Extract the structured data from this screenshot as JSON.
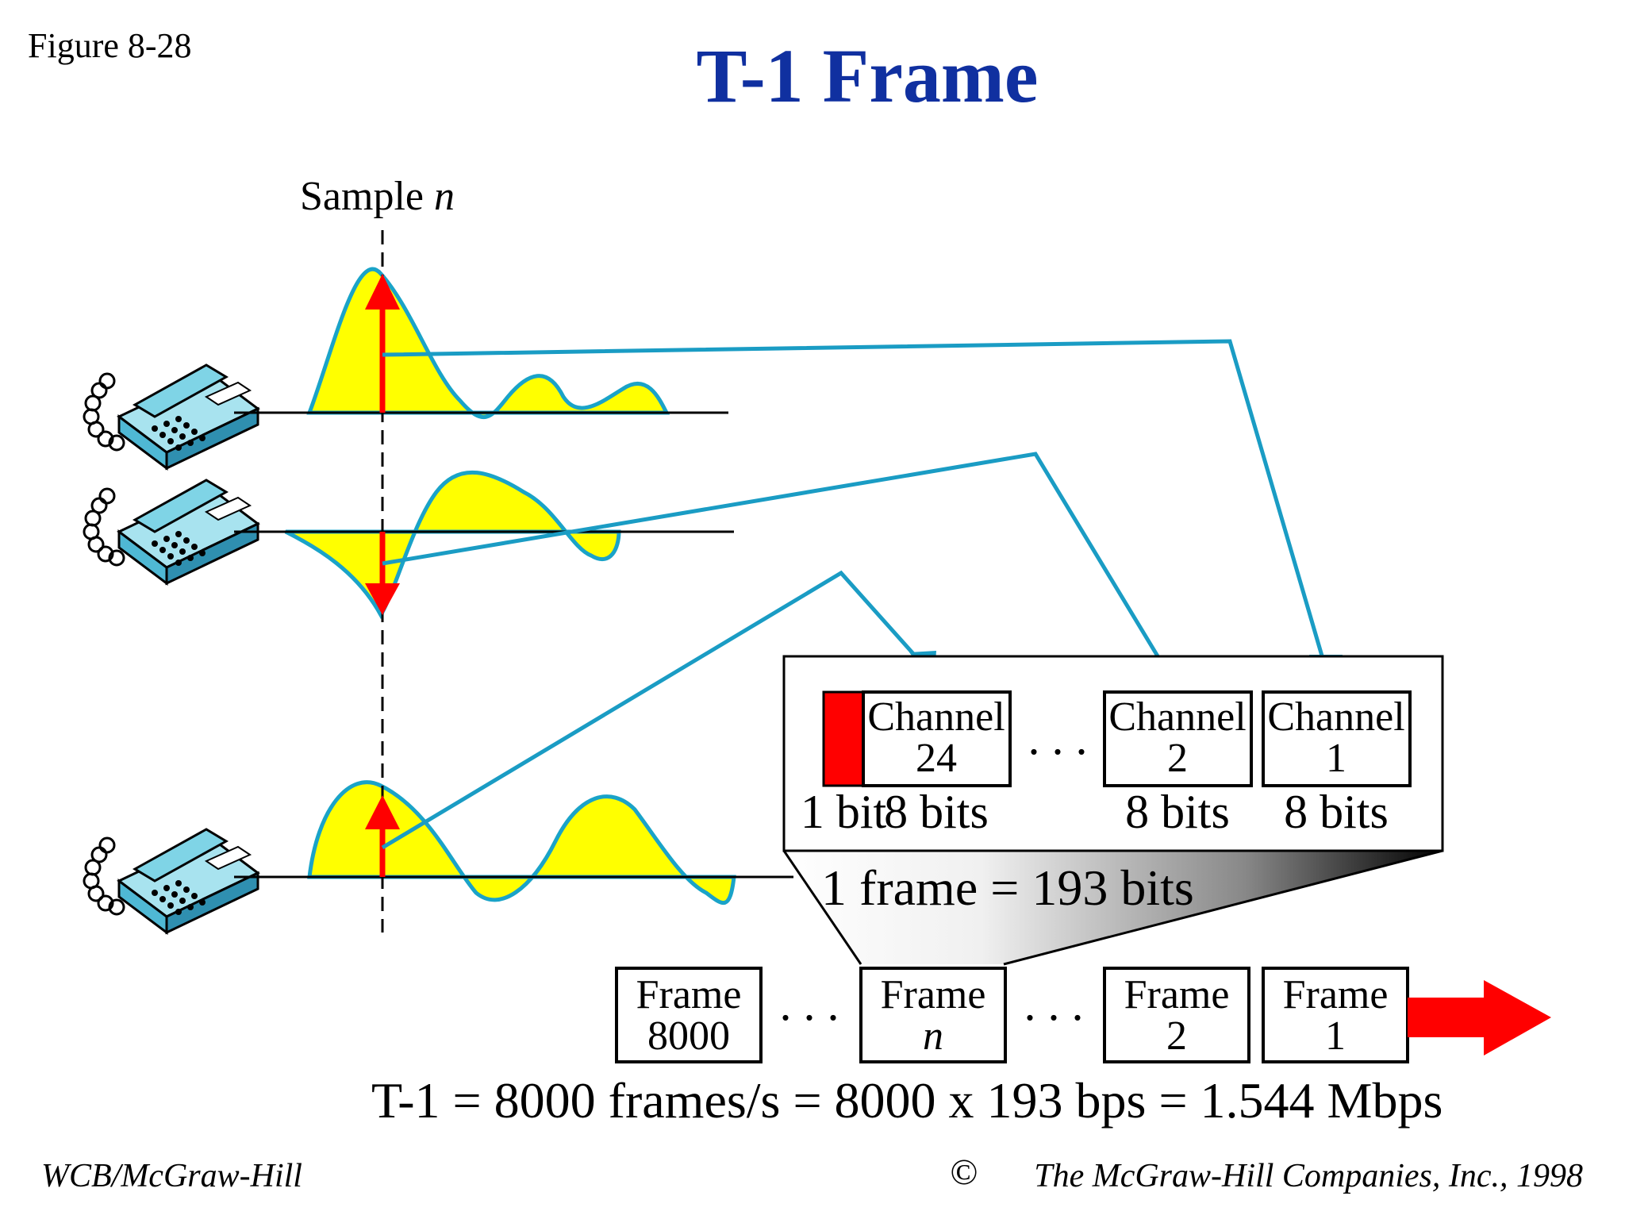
{
  "figure_label": "Figure 8-28",
  "title": "T-1  Frame",
  "sample_label": {
    "text": "Sample ",
    "var": "n"
  },
  "channels": [
    {
      "line1": "Channel",
      "line2": "24",
      "bits": "8 bits"
    },
    {
      "line1": "Channel",
      "line2": "2",
      "bits": "8 bits"
    },
    {
      "line1": "Channel",
      "line2": "1",
      "bits": "8 bits"
    }
  ],
  "framing_bit_label": "1 bit",
  "ellipsis": ". . .",
  "frame_size_label": "1 frame = 193 bits",
  "frames": [
    {
      "line1": "Frame",
      "line2": "8000"
    },
    {
      "line1": "Frame",
      "line2": "n"
    },
    {
      "line1": "Frame",
      "line2": "2"
    },
    {
      "line1": "Frame",
      "line2": "1"
    }
  ],
  "formula": "T-1 = 8000 frames/s = 8000 x 193 bps = 1.544 Mbps",
  "footer_left": "WCB/McGraw-Hill",
  "footer_right": "The McGraw-Hill Companies, Inc., 1998",
  "copyright_symbol": "©",
  "colors": {
    "title": "#1030a0",
    "arrow": "#1a9cc4",
    "wave_fill": "#ffff00",
    "wave_stroke": "#1aa3c8",
    "sample_arrow": "#ff0000",
    "phone": "#7fd4e6"
  }
}
